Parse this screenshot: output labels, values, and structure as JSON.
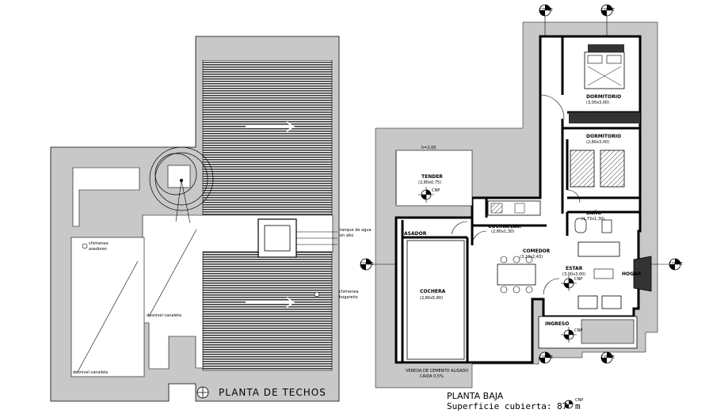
{
  "roof_plan": {
    "title": "PLANTA DE TECHOS",
    "labels": {
      "chimenea_asador": [
        "chimenea",
        "asadoren"
      ],
      "tanque": [
        "tanque de agua",
        "en alto"
      ],
      "chimenea_hogar": [
        "chimenea",
        "hogareño"
      ],
      "desnivel_1": "desnivel canaleta",
      "desnivel_2": "desnivel canaleta"
    }
  },
  "ground_plan": {
    "title": "PLANTA BAJA",
    "subtitle": "Superficie cubierta: 87",
    "subtitle_unit": "m",
    "height_note": "h=2,00",
    "rooms": {
      "tender": {
        "name": "TENDER",
        "dims": "(2,80x0,75)"
      },
      "asador": {
        "name": "ASADOR"
      },
      "cochera": {
        "name": "COCHERA",
        "dims": "(2,80x5,80)"
      },
      "cocina": {
        "name": "COCINA/LAV.",
        "dims": "(2,80x1,30)"
      },
      "comedor": {
        "name": "COMEDOR",
        "dims": "(3,23x2,43)"
      },
      "estar": {
        "name": "ESTAR",
        "dims": "(3,00x3,00)"
      },
      "hogar": {
        "name": "HOGAR"
      },
      "ingreso": {
        "name": "INGRESO"
      },
      "bano": {
        "name": "BAÑO",
        "dims": "(1,73x1,30)"
      },
      "dormitorio1": {
        "name": "DORMITORIO",
        "dims": "(3,00x3,00)"
      },
      "dormitorio2": {
        "name": "DORMITORIO",
        "dims": "(2,80x3,00)"
      }
    },
    "sidewalk_note": [
      "VEREDA DE CEMENTO ALISADO",
      "CAIDA 0,5%"
    ],
    "level_marks": [
      "CNP",
      "CNP",
      "CNP",
      "CNP"
    ],
    "section_marks": [
      "CORTE",
      "CORTE",
      "CORTE",
      "CORTE",
      "CORTE",
      "CORTE"
    ]
  }
}
